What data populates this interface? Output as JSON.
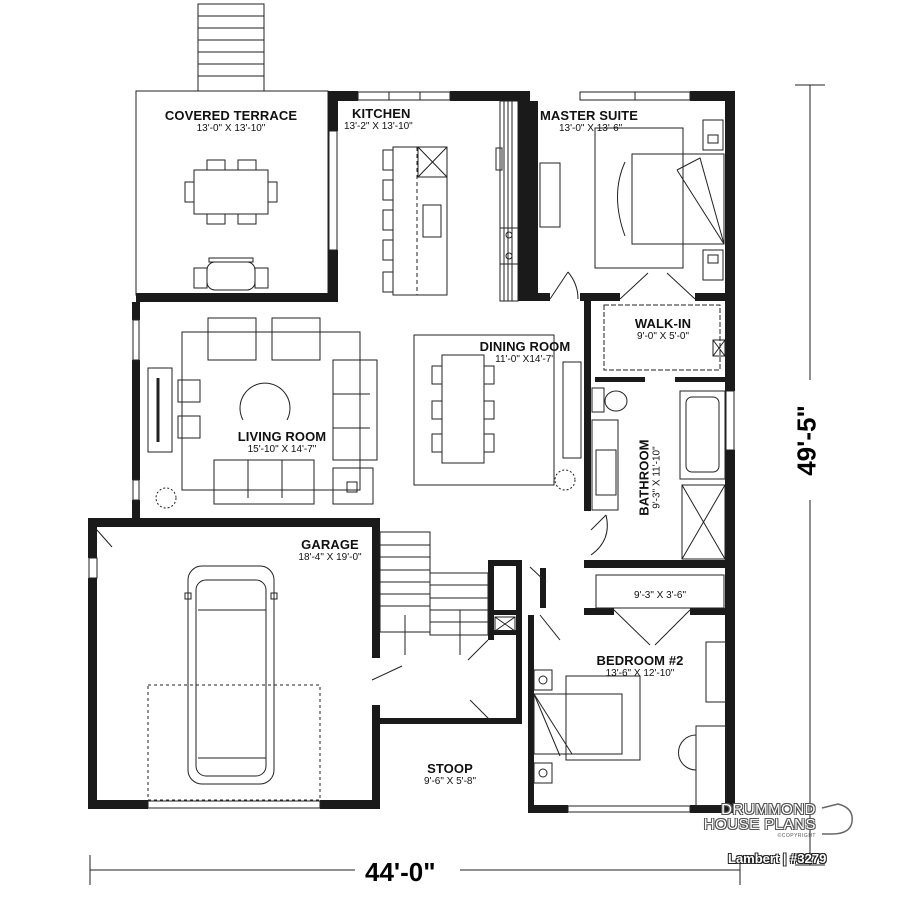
{
  "plan": {
    "name": "Lambert",
    "number": "#3279",
    "name_line": "Lambert | #3279",
    "brand": {
      "line1": "DRUMMOND",
      "line2": "HOUSE PLANS",
      "line3": "©COPYRIGHT"
    },
    "overall_width": "44'-0\"",
    "overall_depth": "49'-5\""
  },
  "rooms": {
    "covered_terrace": {
      "name": "COVERED TERRACE",
      "dim": "13'-0\" X 13'-10\""
    },
    "kitchen": {
      "name": "KITCHEN",
      "dim": "13'-2\" X 13'-10\""
    },
    "master_suite": {
      "name": "MASTER SUITE",
      "dim": "13'-0\" X 13'-6\""
    },
    "walk_in": {
      "name": "WALK-IN",
      "dim": "9'-0\" X 5'-0\""
    },
    "dining_room": {
      "name": "DINING ROOM",
      "dim": "11'-0\" X14'-7\""
    },
    "living_room": {
      "name": "LIVING ROOM",
      "dim": "15'-10\" X 14'-7\""
    },
    "bathroom": {
      "name": "BATHROOM",
      "dim": "9'-3\" X 11'-10\""
    },
    "garage": {
      "name": "GARAGE",
      "dim": "18'-4\" X 19'-0\""
    },
    "closet": {
      "name": "",
      "dim": "9'-3\" X 3'-6\""
    },
    "bedroom_2": {
      "name": "BEDROOM #2",
      "dim": "13'-6\" X 12'-10\""
    },
    "stoop": {
      "name": "STOOP",
      "dim": "9'-6\" X 5'-8\""
    }
  },
  "colors": {
    "wall": "#1a1a1a",
    "line": "#222222",
    "background": "#ffffff"
  }
}
